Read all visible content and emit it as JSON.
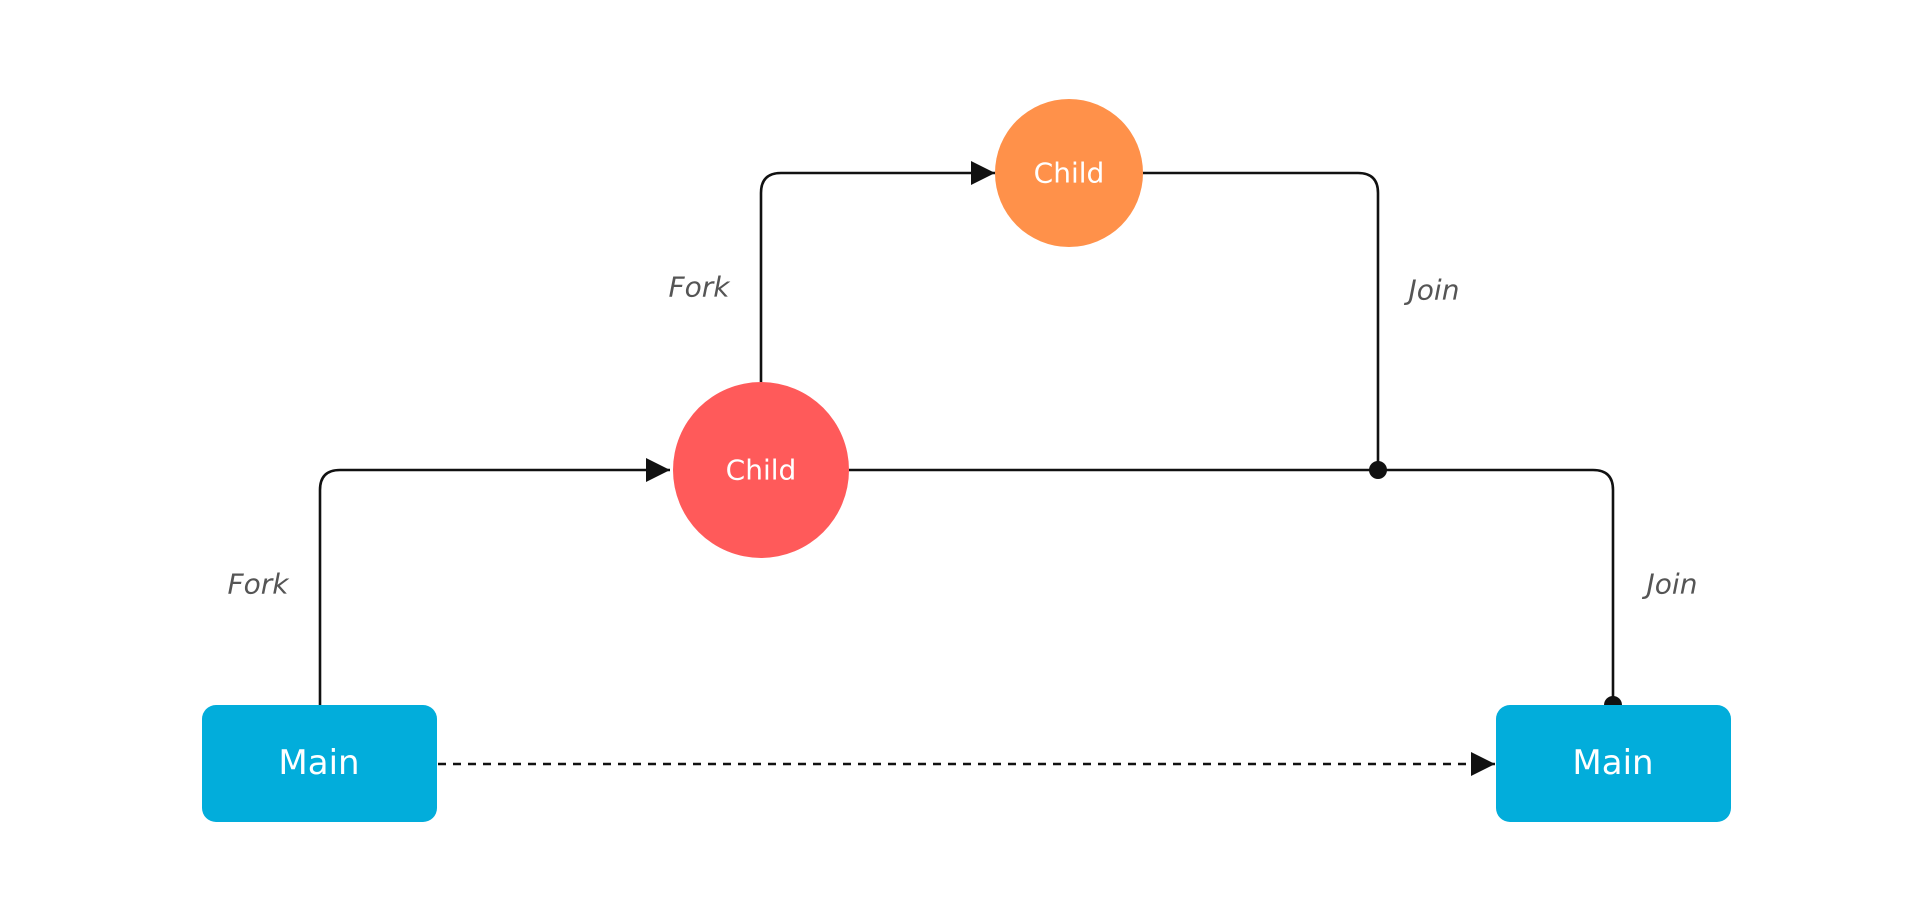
{
  "nodes": {
    "main_start": {
      "label": "Main",
      "color": "#02ADDB"
    },
    "main_end": {
      "label": "Main",
      "color": "#02ADDB"
    },
    "child_red": {
      "label": "Child",
      "color": "#FF5A5A"
    },
    "child_orange": {
      "label": "Child",
      "color": "#FF914A"
    }
  },
  "edges": {
    "fork_main_to_child": {
      "label": "Fork"
    },
    "fork_child_to_child": {
      "label": "Fork"
    },
    "join_child_to_child": {
      "label": "Join"
    },
    "join_child_to_main": {
      "label": "Join"
    }
  },
  "colors": {
    "line": "#111111",
    "edge_label": "#555555",
    "node_text": "#FFFFFF"
  }
}
